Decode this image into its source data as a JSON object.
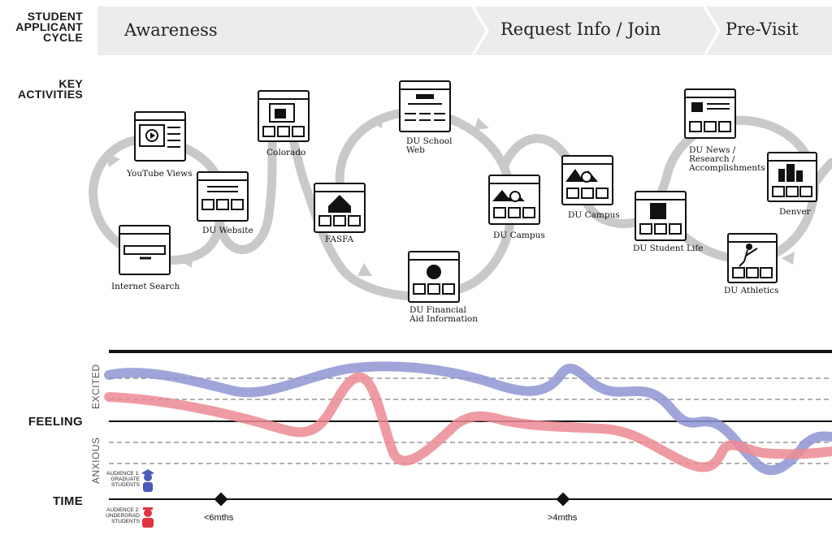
{
  "row_labels": {
    "cycle": "STUDENT APPLICANT CYCLE",
    "activities": "KEY ACTIVITIES",
    "feeling": "FEELING",
    "time": "TIME"
  },
  "stages": [
    {
      "label": "Awareness"
    },
    {
      "label": "Request Info / Join"
    },
    {
      "label": "Pre-Visit"
    }
  ],
  "activities": [
    {
      "label": "YouTube Views",
      "icon": "video-player-icon"
    },
    {
      "label": "Internet Search",
      "icon": "search-bar-icon"
    },
    {
      "label": "DU Website",
      "icon": "webpage-icon"
    },
    {
      "label": "Colorado",
      "icon": "colorado-map-icon"
    },
    {
      "label": "FASFA",
      "icon": "government-building-icon"
    },
    {
      "label": "DU School Web",
      "icon": "webpage-icon"
    },
    {
      "label": "DU Financial Aid Information",
      "icon": "money-bag-icon"
    },
    {
      "label": "DU Campus",
      "icon": "mountain-video-icon"
    },
    {
      "label": "DU Campus",
      "icon": "mountain-video-icon"
    },
    {
      "label": "DU Student Life",
      "icon": "group-icon"
    },
    {
      "label": "DU News / Research / Accomplishments",
      "icon": "news-icon"
    },
    {
      "label": "Denver",
      "icon": "city-skyline-icon"
    },
    {
      "label": "DU Athletics",
      "icon": "lacrosse-player-icon"
    }
  ],
  "feeling_axis": {
    "top": "EXCITED",
    "bottom": "ANXIOUS"
  },
  "audiences": [
    {
      "label": "AUDIENCE 1: GRADUATE STUDENTS",
      "color": "#7f86c9",
      "icon": "graduate-person-icon"
    },
    {
      "label": "AUDIENCE 2: UNDERGRAD STUDENTS",
      "color": "#e86a77",
      "icon": "student-person-icon"
    }
  ],
  "time_markers": [
    {
      "label": "<6mths"
    },
    {
      "label": ">4mths"
    }
  ],
  "colors": {
    "graduate": "#8f95d2",
    "undergrad": "#ec8a93",
    "loop": "#c8c8c8",
    "banner": "#ececec"
  }
}
